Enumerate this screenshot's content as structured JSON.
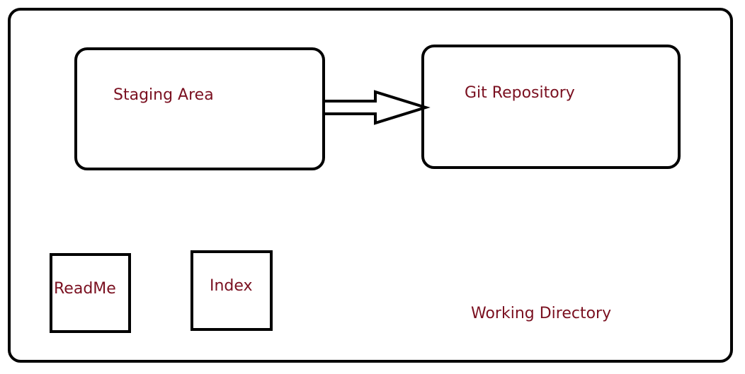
{
  "working_directory": {
    "label": "Working Directory"
  },
  "staging_area": {
    "label": "Staging Area"
  },
  "git_repository": {
    "label": "Git Repository"
  },
  "files": [
    {
      "label": "ReadMe"
    },
    {
      "label": "Index"
    }
  ],
  "colors": {
    "text": "#7a1020",
    "stroke": "#000000",
    "background": "#ffffff"
  },
  "icons": {
    "arrow": "hollow-right-arrow-icon"
  }
}
